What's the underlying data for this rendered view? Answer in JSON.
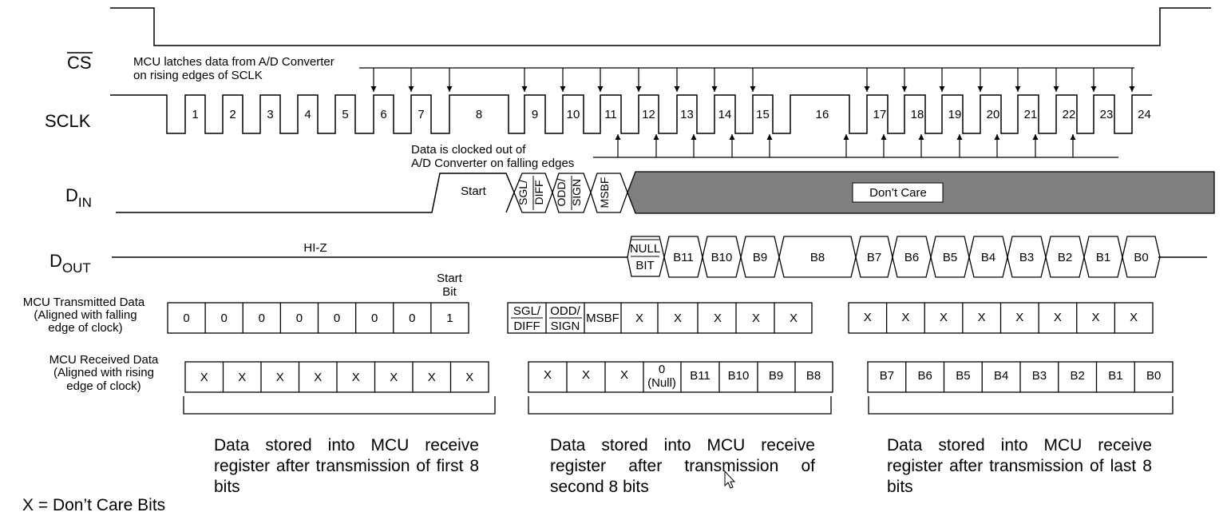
{
  "signals": {
    "cs": "CS",
    "sclk": "SCLK",
    "din_main": "D",
    "din_sub": "IN",
    "dout_main": "D",
    "dout_sub": "OUT"
  },
  "annotations": {
    "latch_line1": "MCU latches data from A/D Converter",
    "latch_line2": "on rising edges of SCLK",
    "clockout_line1": "Data is clocked out of",
    "clockout_line2": "A/D Converter on falling edges",
    "hiz": "HI-Z",
    "start_bit_line1": "Start",
    "start_bit_line2": "Bit"
  },
  "clock_numbers": [
    "1",
    "2",
    "3",
    "4",
    "5",
    "6",
    "7",
    "8",
    "9",
    "10",
    "11",
    "12",
    "13",
    "14",
    "15",
    "16",
    "17",
    "18",
    "19",
    "20",
    "21",
    "22",
    "23",
    "24"
  ],
  "din": {
    "start": "Start",
    "sgl": "SGL/",
    "diff": "DIFF",
    "odd": "ODD/",
    "sign": "SIGN",
    "msbf": "MSBF",
    "dont_care": "Don’t Care"
  },
  "dout": {
    "null_top": "NULL",
    "null_bottom": "BIT",
    "bits": [
      "B11",
      "B10",
      "B9",
      "B8",
      "B7",
      "B6",
      "B5",
      "B4",
      "B3",
      "B2",
      "B1",
      "B0"
    ]
  },
  "transmitted": {
    "label_line1": "MCU Transmitted Data",
    "label_line2": "(Aligned with falling",
    "label_line3": "edge of clock)",
    "group1": [
      "0",
      "0",
      "0",
      "0",
      "0",
      "0",
      "0",
      "1"
    ],
    "group2_sgl": "SGL/",
    "group2_diff": "DIFF",
    "group2_odd": "ODD/",
    "group2_sign": "SIGN",
    "group2_msbf": "MSBF",
    "group2_rest": [
      "X",
      "X",
      "X",
      "X",
      "X"
    ],
    "group3": [
      "X",
      "X",
      "X",
      "X",
      "X",
      "X",
      "X",
      "X"
    ]
  },
  "received": {
    "label_line1": "MCU Received Data",
    "label_line2": "(Aligned with rising",
    "label_line3": "edge of clock)",
    "group1": [
      "X",
      "X",
      "X",
      "X",
      "X",
      "X",
      "X",
      "X"
    ],
    "group2_x": [
      "X",
      "X",
      "X"
    ],
    "group2_null_top": "0",
    "group2_null_bottom": "(Null)",
    "group2_bits": [
      "B11",
      "B10",
      "B9",
      "B8"
    ],
    "group3": [
      "B7",
      "B6",
      "B5",
      "B4",
      "B3",
      "B2",
      "B1",
      "B0"
    ]
  },
  "captions": {
    "first": "Data stored into MCU receive register after transmission of first 8 bits",
    "second": "Data stored into MCU receive register after transmission of second 8 bits",
    "last": "Data stored into MCU receive register after transmission of last 8 bits"
  },
  "legend": "X = Don’t Care Bits"
}
